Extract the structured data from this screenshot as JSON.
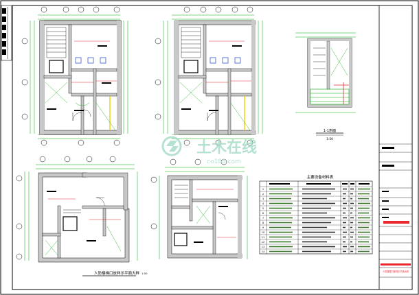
{
  "sheet": {
    "watermark_cn": "土木在线",
    "watermark_en": "co188.com",
    "colors": {
      "wall": "#c8c8c8",
      "line": "#000000",
      "dim": "#00aa00",
      "accent_red": "#e8282d",
      "accent_blue": "#3355dd",
      "accent_yellow": "#f0d000",
      "watermark": "#a8dcc8"
    }
  },
  "plans": {
    "bottom_left_title": "人防楼梯口放样示平面大样",
    "bottom_left_scale": "1:50",
    "section_title": "1-1剖面",
    "section_scale": "1:50"
  },
  "table": {
    "title": "主要设备材料表",
    "rows": [
      "1",
      "2",
      "3",
      "4",
      "5",
      "6",
      "7",
      "8",
      "9",
      "10",
      "11",
      "12",
      "13",
      "14"
    ]
  },
  "title_block": {
    "drawing_title": "人防楼梯口放样示平面大样"
  }
}
